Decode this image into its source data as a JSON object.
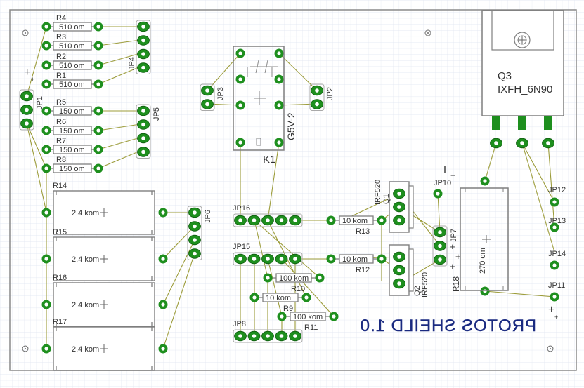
{
  "board_title": "PROTOS SHEILD 1.0",
  "colors": {
    "background": "#ffffff",
    "grid": "#cfd6e6",
    "outline": "#7f7f7f",
    "copper": "#1e8f1e",
    "copper_dark": "#0d5c0d",
    "wire": "#a0a03c",
    "text": "#333333",
    "title_text": "#1a2a80"
  },
  "resistors_small": [
    {
      "ref": "R4",
      "value": "510 om"
    },
    {
      "ref": "R3",
      "value": "510 om"
    },
    {
      "ref": "R2",
      "value": "510 om"
    },
    {
      "ref": "R1",
      "value": "510 om"
    },
    {
      "ref": "R5",
      "value": "150 om"
    },
    {
      "ref": "R6",
      "value": "150 om"
    },
    {
      "ref": "R7",
      "value": "150 om"
    },
    {
      "ref": "R8",
      "value": "150 om"
    }
  ],
  "resistors_power": [
    {
      "ref": "R14",
      "value": "2.4 kom"
    },
    {
      "ref": "R15",
      "value": "2.4 kom"
    },
    {
      "ref": "R16",
      "value": "2.4 kom"
    },
    {
      "ref": "R17",
      "value": "2.4 kom"
    }
  ],
  "resistors_mid": [
    {
      "ref": "R13",
      "value": "10 kom"
    },
    {
      "ref": "R12",
      "value": "10 kom"
    },
    {
      "ref": "R10",
      "value": "100 kom"
    },
    {
      "ref": "R9",
      "value": "10 kom"
    },
    {
      "ref": "R11",
      "value": "100 kom"
    }
  ],
  "big_resistor": {
    "ref": "R18",
    "value": "270 om"
  },
  "headers": {
    "JP1": "JP1",
    "JP2": "JP2",
    "JP3": "JP3",
    "JP4": "JP4",
    "JP5": "JP5",
    "JP6": "JP6",
    "JP7": "JP7",
    "JP8": "JP8",
    "JP10": "JP10",
    "JP11": "JP11",
    "JP12": "JP12",
    "JP13": "JP13",
    "JP14": "JP14",
    "JP15": "JP15",
    "JP16": "JP16"
  },
  "relay": {
    "ref": "K1",
    "part": "G5V-2"
  },
  "mosfets": [
    {
      "ref": "Q1",
      "part": "IRF520"
    },
    {
      "ref": "Q2",
      "part": "IRF520"
    }
  ],
  "power_transistor": {
    "ref": "Q3",
    "part": "IXFH_6N90"
  }
}
